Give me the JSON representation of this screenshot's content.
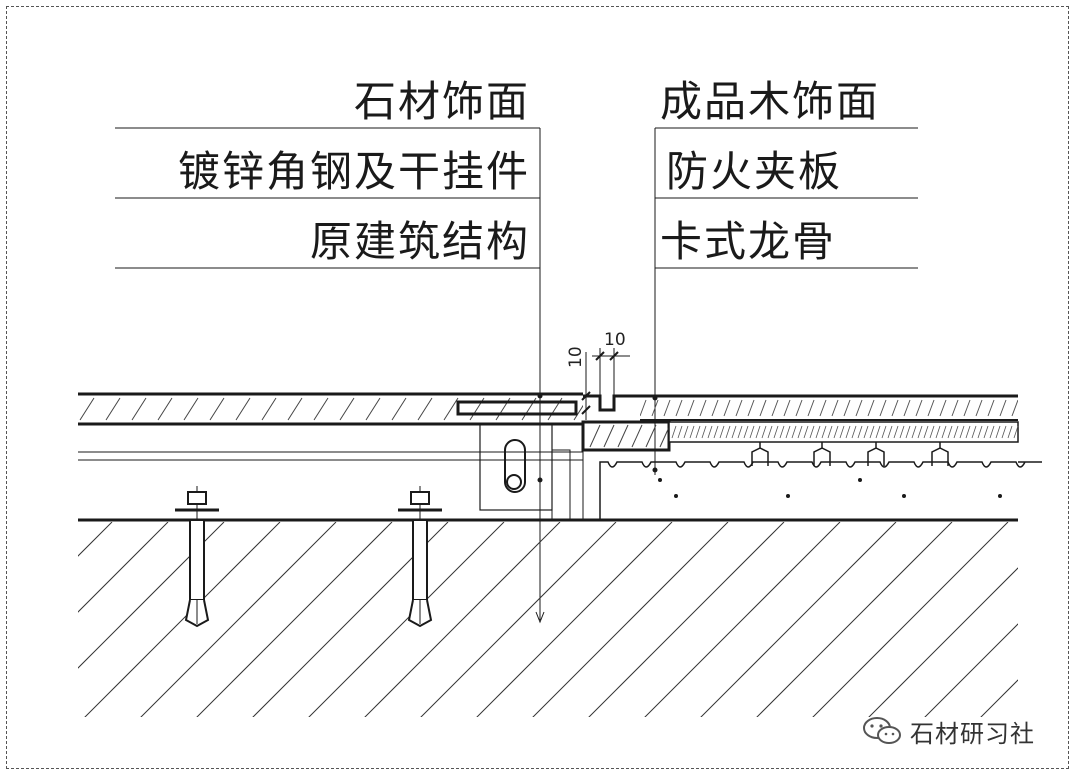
{
  "left_labels": [
    "石材饰面",
    "镀锌角钢及干挂件",
    "原建筑结构"
  ],
  "right_labels": [
    "成品木饰面",
    "防火夹板",
    "卡式龙骨"
  ],
  "dimensions": {
    "horizontal_gap": "10",
    "vertical_gap": "10"
  },
  "watermark": {
    "text": "石材研习社",
    "icon": "wechat-icon"
  },
  "colors": {
    "line": "#1a1a1a",
    "hatch": "#333333",
    "background": "#ffffff"
  }
}
